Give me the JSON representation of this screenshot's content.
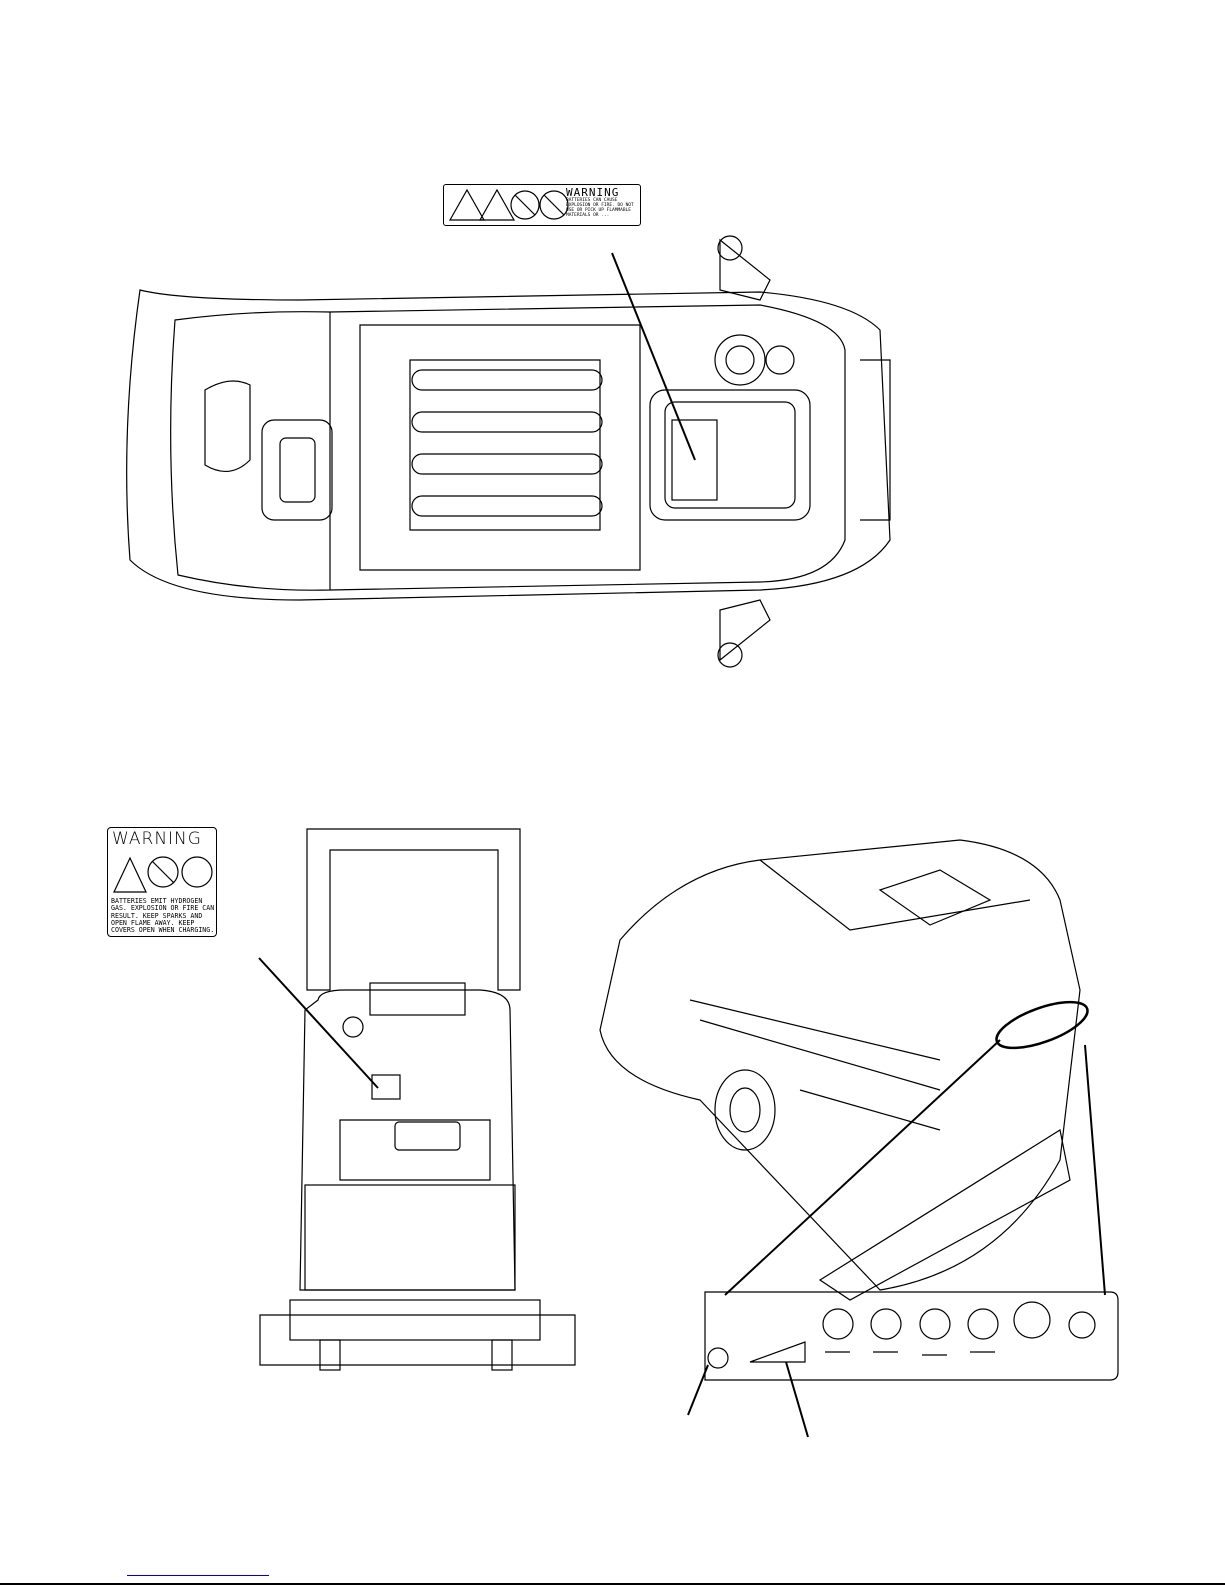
{
  "labels": {
    "small_decal": {
      "heading": "WARNING",
      "text": "BATTERIES CAN CAUSE EXPLOSION OR FIRE. DO NOT USE OR PICK UP FLAMMABLE MATERIALS OR ..."
    },
    "large_decal": {
      "heading": "WARNING",
      "text": "BATTERIES EMIT HYDROGEN GAS. EXPLOSION OR FIRE CAN RESULT. KEEP SPARKS AND OPEN FLAME AWAY. KEEP COVERS OPEN WHEN CHARGING."
    }
  },
  "colors": {
    "link": "#0000cc",
    "ink": "#000000"
  }
}
